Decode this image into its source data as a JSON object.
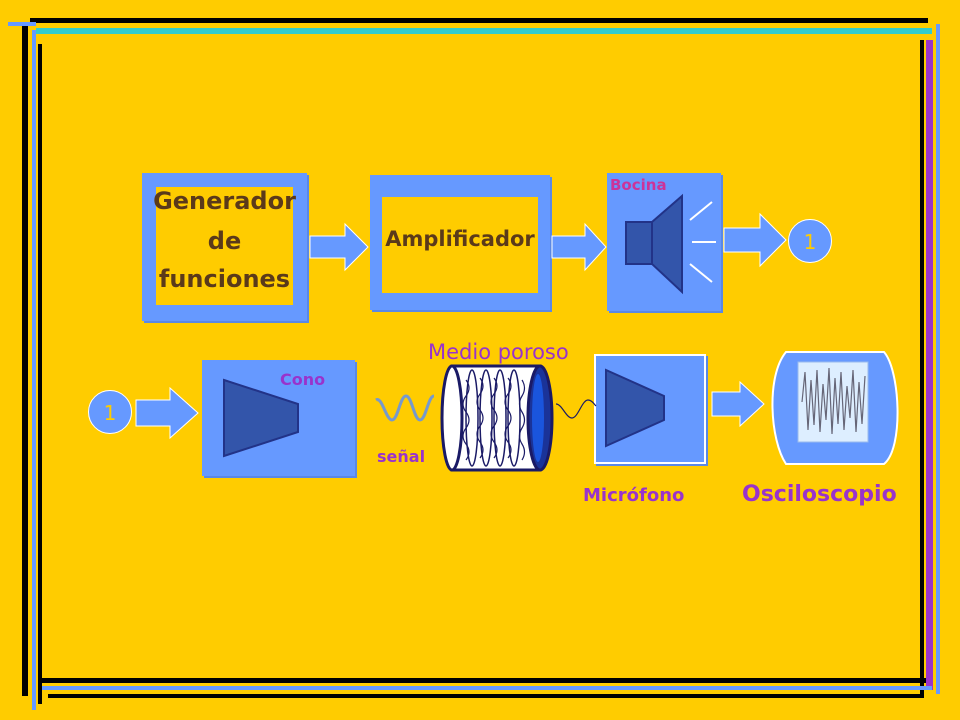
{
  "blocks": {
    "generator_line1": "Generador",
    "generator_line2": "de",
    "generator_line3": "funciones",
    "amplifier": "Amplificador"
  },
  "labels": {
    "speaker": "Bocina",
    "connector_out": "1",
    "connector_in": "1",
    "cone": "Cono",
    "porous_medium": "Medio poroso",
    "signal": "señal",
    "microphone": "Micrófono",
    "oscilloscope": "Osciloscopio"
  },
  "colors": {
    "background": "#FFCC00",
    "block": "#6699FF",
    "accent_purple": "#9933CC",
    "dark_blue": "#1A3399"
  }
}
